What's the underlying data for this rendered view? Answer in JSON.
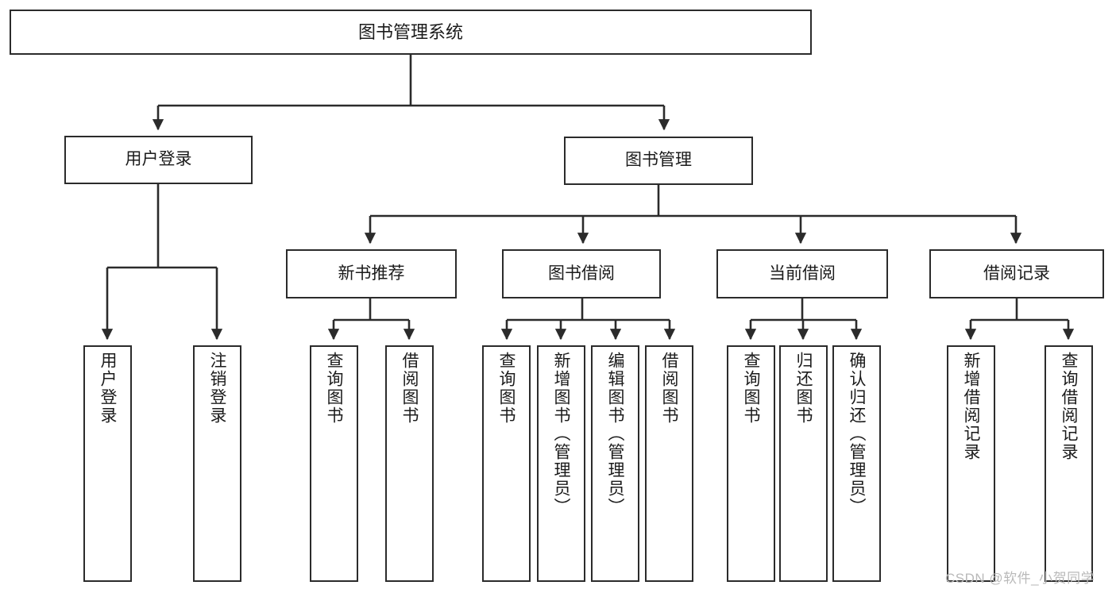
{
  "diagram": {
    "title": "图书管理系统",
    "watermark": "CSDN @软件_小贺同学",
    "stroke_color": "#2b2b2b",
    "fill_color": "#ffffff",
    "text_color": "#1b1b1b",
    "watermark_color": "#b9b9b9"
  },
  "nodes": {
    "root": {
      "label": "图书管理系统"
    },
    "level1": [
      {
        "label": "用户登录"
      },
      {
        "label": "图书管理"
      }
    ],
    "level2": [
      {
        "label": "新书推荐"
      },
      {
        "label": "图书借阅"
      },
      {
        "label": "当前借阅"
      },
      {
        "label": "借阅记录"
      }
    ],
    "leaves": {
      "user_login": [
        {
          "label": "用户登录"
        },
        {
          "label": "注销登录"
        }
      ],
      "new_book_recommend": [
        {
          "label": "查询图书"
        },
        {
          "label": "借阅图书"
        }
      ],
      "book_borrow": [
        {
          "label": "查询图书"
        },
        {
          "label": "新增图书（管理员）"
        },
        {
          "label": "编辑图书（管理员）"
        },
        {
          "label": "借阅图书"
        }
      ],
      "current_borrow": [
        {
          "label": "查询图书"
        },
        {
          "label": "归还图书"
        },
        {
          "label": "确认归还（管理员）"
        }
      ],
      "borrow_record": [
        {
          "label": "新增借阅记录"
        },
        {
          "label": "查询借阅记录"
        }
      ]
    }
  }
}
